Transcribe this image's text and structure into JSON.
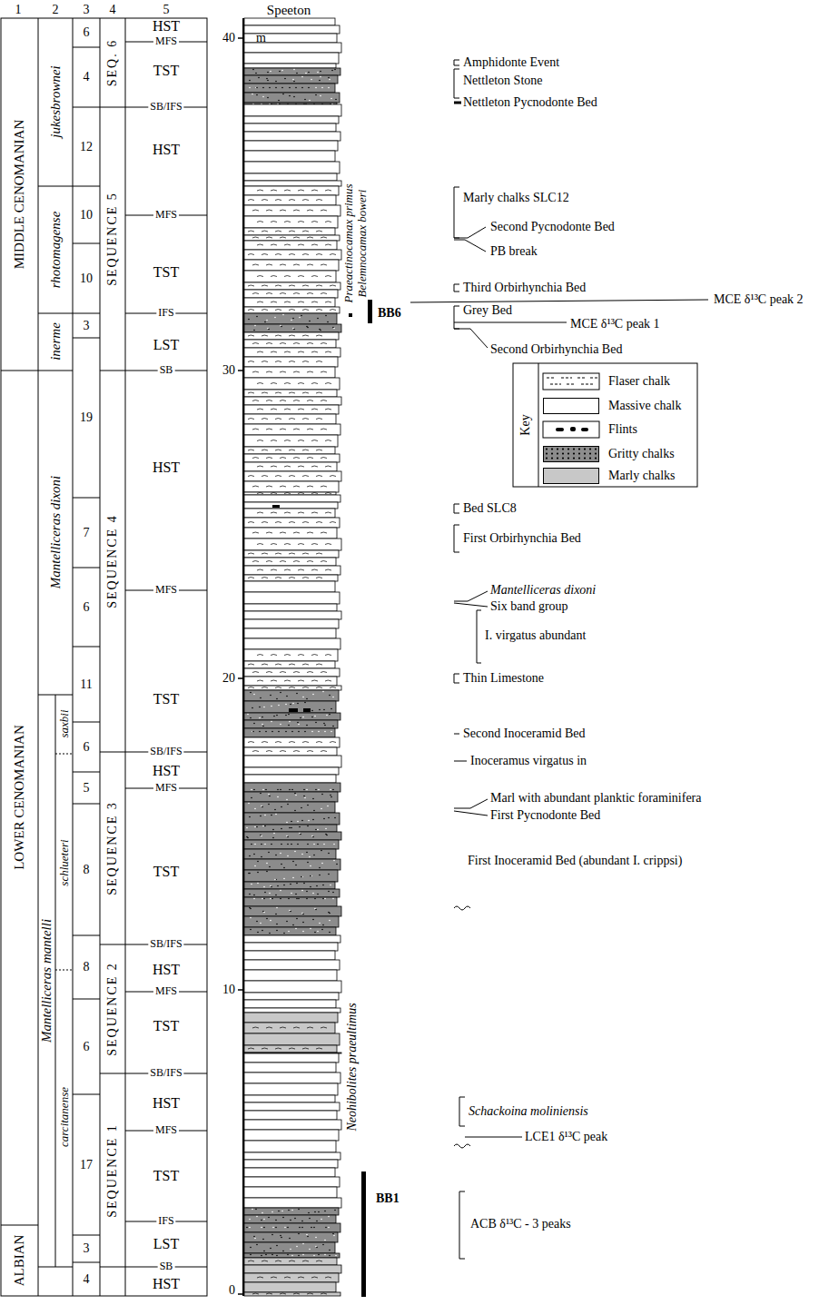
{
  "diagram": {
    "labels": [
      "1",
      "2",
      "3",
      "4",
      "5",
      "Speeton",
      "m",
      "40",
      "30",
      "20",
      "10",
      "0",
      "MIDDLE CENOMANIAN",
      "LOWER CENOMANIAN",
      "ALBIAN",
      "jukesbrownei",
      "rhotomagense",
      "inerme",
      "Mantelliceras dixoni",
      "Mantelliceras mantelli",
      "saxbii",
      "schlueteri",
      "carcitanense",
      "6",
      "4",
      "12",
      "10",
      "10",
      "3",
      "19",
      "7",
      "6",
      "11",
      "6",
      "5",
      "8",
      "8",
      "6",
      "17",
      "3",
      "4",
      "SEQ. 6",
      "SEQUENCE 5",
      "SEQUENCE 4",
      "SEQUENCE 3",
      "SEQUENCE 2",
      "SEQUENCE 1",
      "HST",
      "MFS",
      "TST",
      "SB/IFS",
      "HST",
      "MFS",
      "TST",
      "IFS",
      "LST",
      "SB",
      "HST",
      "MFS",
      "TST",
      "SB/IFS",
      "HST",
      "MFS",
      "TST",
      "SB/IFS",
      "HST",
      "MFS",
      "TST",
      "SB/IFS",
      "HST",
      "MFS",
      "TST",
      "IFS",
      "LST",
      "SB",
      "HST",
      "Praeactinocamax primus",
      "Belemnocamax boweri",
      "BB6",
      "Neohibolites praeultimus",
      "BB1",
      "Amphidonte Event",
      "Nettleton Stone",
      "Nettleton Pycnodonte Bed",
      "Marly chalks SLC12",
      "Second Pycnodonte Bed",
      "PB break",
      "Third Orbirhynchia Bed",
      "MCE δ¹³C peak 2",
      "Grey Bed",
      "MCE δ¹³C peak 1",
      "Second Orbirhynchia Bed",
      "Key",
      "Bed SLC8",
      "First Orbirhynchia Bed",
      "Mantelliceras dixoni",
      "Six band group",
      "I. virgatus abundant",
      "Thin Limestone",
      "Second Inoceramid Bed",
      "Inoceramus virgatus in",
      "Marl with abundant planktic foraminifera",
      "First Pycnodonte Bed",
      "First Inoceramid Bed (abundant I. crippsi)",
      "Schackoina moliniensis",
      "LCE1 δ¹³C peak",
      "ACB δ¹³C - 3 peaks"
    ],
    "legend": [
      {
        "text": "Flaser chalk"
      },
      {
        "text": "Massive chalk",
        "color": "#ffffff"
      },
      {
        "text": "Flints"
      },
      {
        "text": "Gritty chalks",
        "color": "#8c8c8c"
      },
      {
        "text": "Marly chalks",
        "color": "#c8c8c8"
      }
    ]
  }
}
